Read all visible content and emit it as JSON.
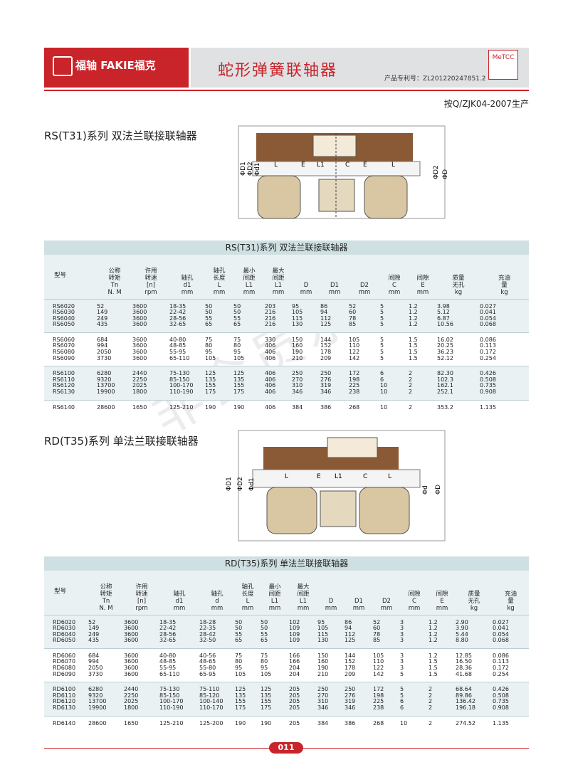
{
  "header": {
    "logo_text": "福轴 FAKIE福克",
    "title": "蛇形弹簧联轴器",
    "patent": "产品专利号：ZL201220247851.2",
    "cert_mark": "MeTCC",
    "standard": "按Q/ZJK04-2007生产"
  },
  "watermark": "非会员水印",
  "rs": {
    "section_title": "RS(T31)系列 双法兰联接联轴器",
    "table_caption": "RS(T31)系列 双法兰联接联轴器",
    "headers": [
      "型号",
      "公称\n转矩\nTn\nN. M",
      "许用\n转速\n[n]\nrpm",
      "轴孔\nd1\nmm",
      "轴孔\n长度\nL\nmm",
      "最小\n间距\nL1\nmm",
      "最大\n间距\nL1\nmm",
      "D\nmm",
      "D1\nmm",
      "D2\nmm",
      "间隙\nC\nmm",
      "间隙\nE\nmm",
      "质量\n无孔\nkg",
      "充油\n量\nkg"
    ],
    "groups": [
      [
        [
          "RS6020",
          "52",
          "3600",
          "18-35",
          "50",
          "50",
          "203",
          "95",
          "86",
          "52",
          "5",
          "1.2",
          "3.98",
          "0.027"
        ],
        [
          "RS6030",
          "149",
          "3600",
          "22-42",
          "50",
          "50",
          "216",
          "105",
          "94",
          "60",
          "5",
          "1.2",
          "5.12",
          "0.041"
        ],
        [
          "RS6040",
          "249",
          "3600",
          "28-56",
          "55",
          "55",
          "216",
          "115",
          "112",
          "78",
          "5",
          "1.2",
          "6.87",
          "0.054"
        ],
        [
          "RS6050",
          "435",
          "3600",
          "32-65",
          "65",
          "65",
          "216",
          "130",
          "125",
          "85",
          "5",
          "1.2",
          "10.56",
          "0.068"
        ]
      ],
      [
        [
          "RS6060",
          "684",
          "3600",
          "40-80",
          "75",
          "75",
          "330",
          "150",
          "144",
          "105",
          "5",
          "1.5",
          "16.02",
          "0.086"
        ],
        [
          "RS6070",
          "994",
          "3600",
          "48-85",
          "80",
          "80",
          "406",
          "160",
          "152",
          "110",
          "5",
          "1.5",
          "20.25",
          "0.113"
        ],
        [
          "RS6080",
          "2050",
          "3600",
          "55-95",
          "95",
          "95",
          "406",
          "190",
          "178",
          "122",
          "5",
          "1.5",
          "36.23",
          "0.172"
        ],
        [
          "RS6090",
          "3730",
          "3600",
          "65-110",
          "105",
          "105",
          "406",
          "210",
          "209",
          "142",
          "5",
          "1.5",
          "52.12",
          "0.254"
        ]
      ],
      [
        [
          "RS6100",
          "6280",
          "2440",
          "75-130",
          "125",
          "125",
          "406",
          "250",
          "250",
          "172",
          "6",
          "2",
          "82.30",
          "0.426"
        ],
        [
          "RS6110",
          "9320",
          "2250",
          "85-150",
          "135",
          "135",
          "406",
          "270",
          "276",
          "198",
          "6",
          "2",
          "102.3",
          "0.508"
        ],
        [
          "RS6120",
          "13700",
          "2025",
          "100-170",
          "155",
          "155",
          "406",
          "310",
          "319",
          "225",
          "10",
          "2",
          "162.1",
          "0.735"
        ],
        [
          "RS6130",
          "19900",
          "1800",
          "110-190",
          "175",
          "175",
          "406",
          "346",
          "346",
          "238",
          "10",
          "2",
          "252.1",
          "0.908"
        ]
      ],
      [
        [
          "RS6140",
          "28600",
          "1650",
          "125-210",
          "190",
          "190",
          "406",
          "384",
          "386",
          "268",
          "10",
          "2",
          "353.2",
          "1.135"
        ]
      ]
    ]
  },
  "rd": {
    "section_title": "RD(T35)系列 单法兰联接联轴器",
    "table_caption": "RD(T35)系列 单法兰联接联轴器",
    "headers": [
      "型号",
      "公称\n转矩\nTn\nN. M",
      "许用\n转速\n[n]\nrpm",
      "轴孔\nd1\nmm",
      "轴孔\nd\nmm",
      "轴孔\n长度\nL\nmm",
      "最小\n间距\nL1\nmm",
      "最大\n间距\nL1\nmm",
      "D\nmm",
      "D1\nmm",
      "D2\nmm",
      "间隙\nC\nmm",
      "间隙\nE\nmm",
      "质量\n无孔\nkg",
      "充油\n量\nkg"
    ],
    "groups": [
      [
        [
          "RD6020",
          "52",
          "3600",
          "18-35",
          "18-28",
          "50",
          "50",
          "102",
          "95",
          "86",
          "52",
          "3",
          "1.2",
          "2.90",
          "0.027"
        ],
        [
          "RD6030",
          "149",
          "3600",
          "22-42",
          "22-35",
          "50",
          "50",
          "109",
          "105",
          "94",
          "60",
          "3",
          "1.2",
          "3.90",
          "0.041"
        ],
        [
          "RD6040",
          "249",
          "3600",
          "28-56",
          "28-42",
          "55",
          "55",
          "109",
          "115",
          "112",
          "78",
          "3",
          "1.2",
          "5.44",
          "0.054"
        ],
        [
          "RD6050",
          "435",
          "3600",
          "32-65",
          "32-50",
          "65",
          "65",
          "109",
          "130",
          "125",
          "85",
          "3",
          "1.2",
          "8.80",
          "0.068"
        ]
      ],
      [
        [
          "RD6060",
          "684",
          "3600",
          "40-80",
          "40-56",
          "75",
          "75",
          "166",
          "150",
          "144",
          "105",
          "3",
          "1.2",
          "12.85",
          "0.086"
        ],
        [
          "RD6070",
          "994",
          "3600",
          "48-85",
          "48-65",
          "80",
          "80",
          "166",
          "160",
          "152",
          "110",
          "3",
          "1.5",
          "16.50",
          "0.113"
        ],
        [
          "RD6080",
          "2050",
          "3600",
          "55-95",
          "55-80",
          "95",
          "95",
          "204",
          "190",
          "178",
          "122",
          "3",
          "1.5",
          "28.36",
          "0.172"
        ],
        [
          "RD6090",
          "3730",
          "3600",
          "65-110",
          "65-95",
          "105",
          "105",
          "204",
          "210",
          "209",
          "142",
          "5",
          "1.5",
          "41.68",
          "0.254"
        ]
      ],
      [
        [
          "RD6100",
          "6280",
          "2440",
          "75-130",
          "75-110",
          "125",
          "125",
          "205",
          "250",
          "250",
          "172",
          "5",
          "2",
          "68.64",
          "0.426"
        ],
        [
          "RD6110",
          "9320",
          "2250",
          "85-150",
          "85-120",
          "135",
          "135",
          "205",
          "270",
          "276",
          "198",
          "5",
          "2",
          "89.86",
          "0.508"
        ],
        [
          "RD6120",
          "13700",
          "2025",
          "100-170",
          "100-140",
          "155",
          "155",
          "205",
          "310",
          "319",
          "225",
          "6",
          "2",
          "136.42",
          "0.735"
        ],
        [
          "RD6130",
          "19900",
          "1800",
          "110-190",
          "110-170",
          "175",
          "175",
          "205",
          "346",
          "346",
          "238",
          "6",
          "2",
          "196.18",
          "0.908"
        ]
      ],
      [
        [
          "RD6140",
          "28600",
          "1650",
          "125-210",
          "125-200",
          "190",
          "190",
          "205",
          "384",
          "386",
          "268",
          "10",
          "2",
          "274.52",
          "1.135"
        ]
      ]
    ]
  },
  "diagram_labels": {
    "rs": [
      "ΦD1",
      "ΦD2",
      "Φd1",
      "L",
      "E",
      "L1",
      "C",
      "E",
      "L",
      "ΦD2",
      "ΦD"
    ],
    "rd": [
      "ΦD1",
      "ΦD2",
      "Φd1",
      "L",
      "E",
      "L1",
      "C",
      "L",
      "Φd",
      "ΦD"
    ]
  },
  "footer": {
    "page": "011"
  },
  "colors": {
    "brand_red": "#c8242a",
    "table_band": "#e9f1f2",
    "caption_band": "#cfe0e3",
    "header_gray": "#dfe1e3"
  }
}
